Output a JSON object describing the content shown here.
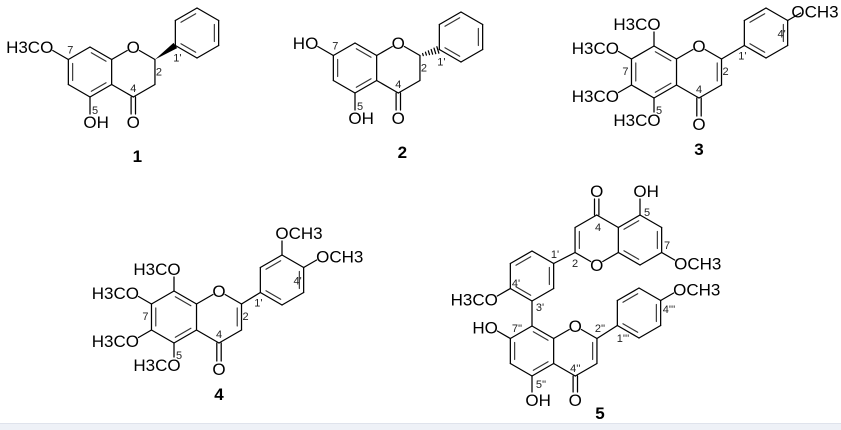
{
  "compounds": [
    {
      "number": "1",
      "groups": [
        "H3CO",
        "O",
        "OH",
        "O"
      ],
      "locants": [
        "7",
        "5",
        "4",
        "2",
        "1'"
      ]
    },
    {
      "number": "2",
      "groups": [
        "HO",
        "O",
        "OH",
        "O"
      ],
      "locants": [
        "7",
        "5",
        "4",
        "2",
        "1'"
      ]
    },
    {
      "number": "3",
      "groups": [
        "H3CO",
        "H3CO",
        "H3CO",
        "H3CO",
        "O",
        "O",
        "OCH3"
      ],
      "locants": [
        "7",
        "5",
        "4",
        "2",
        "1'",
        "4'"
      ]
    },
    {
      "number": "4",
      "groups": [
        "H3CO",
        "H3CO",
        "H3CO",
        "H3CO",
        "O",
        "O",
        "OCH3",
        "OCH3"
      ],
      "locants": [
        "7",
        "5",
        "4",
        "2",
        "1'",
        "4'"
      ]
    },
    {
      "number": "5",
      "groups": [
        "O",
        "OH",
        "OCH3",
        "O",
        "H3CO",
        "O",
        "HO",
        "OH",
        "O",
        "OCH3"
      ],
      "locants": [
        "4",
        "5",
        "7",
        "2",
        "1'",
        "4'",
        "3'",
        "7''",
        "5''",
        "4''",
        "2''",
        "1'''",
        "4'''"
      ]
    }
  ],
  "colors": {
    "bond": "#000000",
    "background": "#ffffff",
    "bottom_band": "#eef1f7"
  }
}
